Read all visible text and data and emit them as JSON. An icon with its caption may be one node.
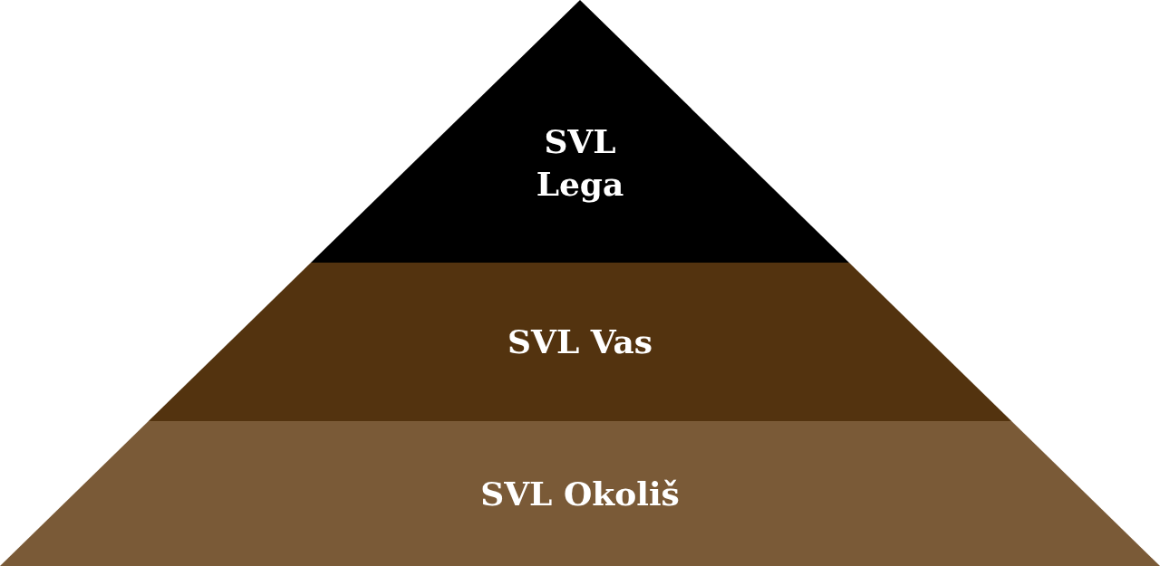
{
  "diagram": {
    "nodes": [
      {
        "text": [
          "SVL Lega"
        ]
      },
      {
        "text": [
          "SVL Vas"
        ]
      },
      {
        "text": [
          "SVL Okoliš"
        ]
      }
    ]
  }
}
